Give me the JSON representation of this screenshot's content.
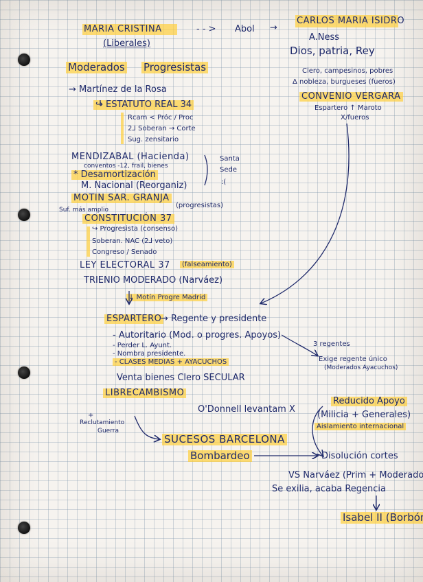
{
  "left_top": {
    "maria": "MARIA CRISTINA",
    "arrow_to_ab": "- - >",
    "abol": "Abol",
    "arrow_to_carlos": "→",
    "liberales": "(Liberales)",
    "moderados": "Moderados",
    "progresistas": "Progresistas"
  },
  "right_top": {
    "carlos": "CARLOS MARIA ISIDRO",
    "lines": [
      "A.Ness",
      "Dios, patria, Rey"
    ],
    "clero": "Clero, campesinos, pobres",
    "nobleza": "Δ nobleza, burgueses (fueros)",
    "convenio": "CONVENIO VERGARA",
    "espartero_maroto": "Espartero ↑ Maroto",
    "fueros": "X/fueros"
  },
  "left_mid": {
    "martinez": "→ Martínez de la Rosa",
    "estatuto": "↪ ESTATUTO REAL 34",
    "estatuto_items": [
      "Rcam < Próc / Proc",
      "2⅃ Soberan → Corte",
      "Sug. zensitario"
    ],
    "mendizabal": "MENDIZABAL (Hacienda)",
    "mendizabal_sub": "conventos -12, frail, bienes",
    "desamortizacion": "* Desamortización",
    "milicia": "M. Nacional (Reorganiz)",
    "santa_sede": [
      "Santa",
      "Sede",
      ":("
    ],
    "motin": "MOTIN SAR. GRANJA",
    "motin_sub": "(progresistas)",
    "sufragio": "Suf. más amplio",
    "constitucion": "CONSTITUCIÓN 37",
    "constitucion_items": [
      "↪ Progresista (consenso)",
      "Soberan. NAC (2⅃ veto)",
      "Congreso / Senado"
    ],
    "ley_electoral": "LEY ELECTORAL 37",
    "ley_sub": "(falseamiento)",
    "trienio": "TRIENIO MODERADO (Narváez)",
    "motin_prog": "↓ Motín Progre Madrid"
  },
  "espartero": {
    "title": "ESPARTERO",
    "arrow_regente": "→ Regente y presidente",
    "items": [
      "- Autoritario (Mod. o progres. Apoyos)",
      "- Perder L. Ayunt.",
      "- Nombra presidente.",
      "- CLASES MEDIAS + AYACUCHOS"
    ],
    "tres_regentes": "3 regentes",
    "exige": "Exige regente único",
    "exige_sub": "(Moderados Ayacuchos)",
    "venta": "Venta bienes Clero SECULAR",
    "librecambismo": "LIBRECAMBISMO",
    "odonnell": "O'Donnell levantam X"
  },
  "bottom_left": {
    "reclutamiento": [
      "+",
      "Reclutamiento",
      "Guerra"
    ],
    "sucesos": "SUCESOS BARCELONA",
    "bombardeo": "Bombardeo"
  },
  "bottom_right": {
    "reducido": "Reducido Apoyo",
    "milicia": "(Milicia + Generales)",
    "aislamiento": "Aislamiento internacional",
    "disolucion": "Disolución cortes",
    "vs_narvaez": "VS Narváez (Prim + Moderados)",
    "exilia": "Se exilia, acaba Regencia",
    "isabel": "Isabel II (Borbón)"
  }
}
